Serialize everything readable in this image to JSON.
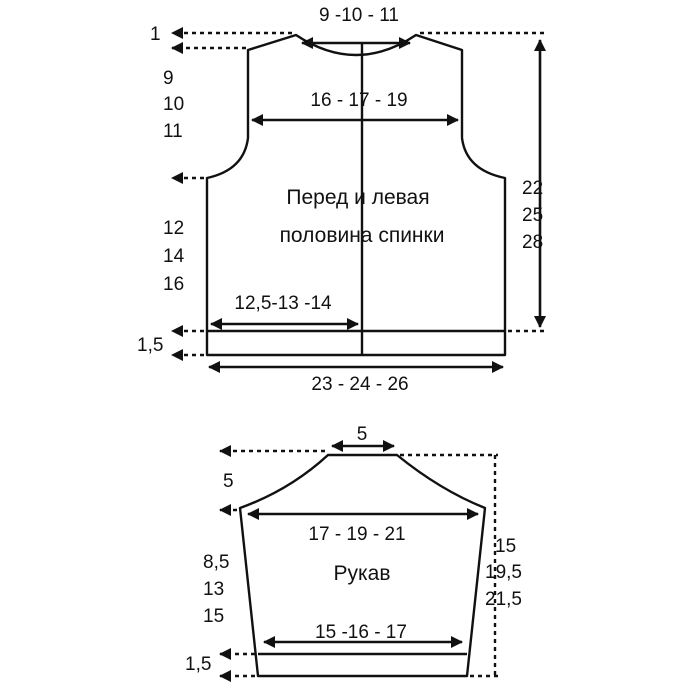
{
  "vest": {
    "title_line1": "Перед и левая",
    "title_line2": "половина спинки",
    "neck_width": "9 -10 - 11",
    "chest_width": "16 - 17 - 19",
    "lower_half_width": "12,5-13 -14",
    "bottom_width": "23 - 24 - 26",
    "shoulder_drop": "1",
    "armhole_depth": [
      "9",
      "10",
      "11"
    ],
    "side_height": [
      "12",
      "14",
      "16"
    ],
    "ribbing_height": "1,5",
    "total_height": [
      "22",
      "25",
      "28"
    ]
  },
  "sleeve": {
    "title": "Рукав",
    "cap_top_width": "5",
    "cap_height": "5",
    "upper_width": "17 - 19 - 21",
    "lower_width": "15 -16 - 17",
    "side_length": [
      "8,5",
      "13",
      "15"
    ],
    "ribbing_height": "1,5",
    "total_length": [
      "15",
      "19,5",
      "21,5"
    ]
  },
  "colors": {
    "ink": "#111111",
    "background": "#ffffff"
  }
}
